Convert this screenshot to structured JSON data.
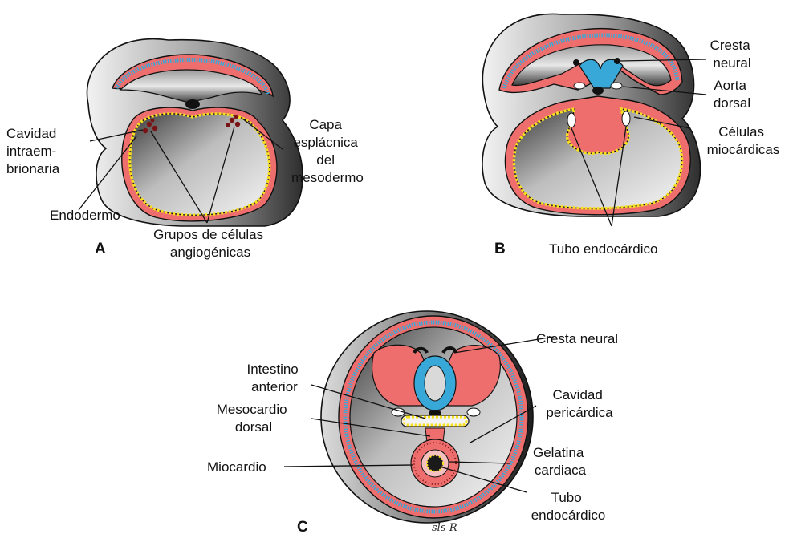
{
  "colors": {
    "ectoderm": "#38a8d8",
    "mesoderm": "#ee6e6e",
    "endoderm_dash": "#f6df1e",
    "outline": "#111111",
    "background": "#ffffff"
  },
  "panels": {
    "a": {
      "letter": "A",
      "labels": {
        "cavidad_1": "Cavidad",
        "cavidad_2": "intraem-",
        "cavidad_3": "brionaria",
        "capa_1": "Capa",
        "capa_2": "esplácnica",
        "capa_3": "del",
        "capa_4": "mesodermo",
        "endodermo": "Endodermo",
        "grupos_1": "Grupos de células",
        "grupos_2": "angiogénicas"
      }
    },
    "b": {
      "letter": "B",
      "labels": {
        "cresta_1": "Cresta",
        "cresta_2": "neural",
        "aorta_1": "Aorta",
        "aorta_2": "dorsal",
        "celulas_1": "Células",
        "celulas_2": "miocárdicas",
        "tubo": "Tubo endocárdico"
      }
    },
    "c": {
      "letter": "C",
      "labels": {
        "cresta": "Cresta neural",
        "intestino_1": "Intestino",
        "intestino_2": "anterior",
        "cavidad_1": "Cavidad",
        "cavidad_2": "pericárdica",
        "mesocardio_1": "Mesocardio",
        "mesocardio_2": "dorsal",
        "gelatina_1": "Gelatina",
        "gelatina_2": "cardiaca",
        "miocardio": "Miocardio",
        "tubo_1": "Tubo",
        "tubo_2": "endocárdico"
      }
    }
  },
  "signature": "sls-R"
}
